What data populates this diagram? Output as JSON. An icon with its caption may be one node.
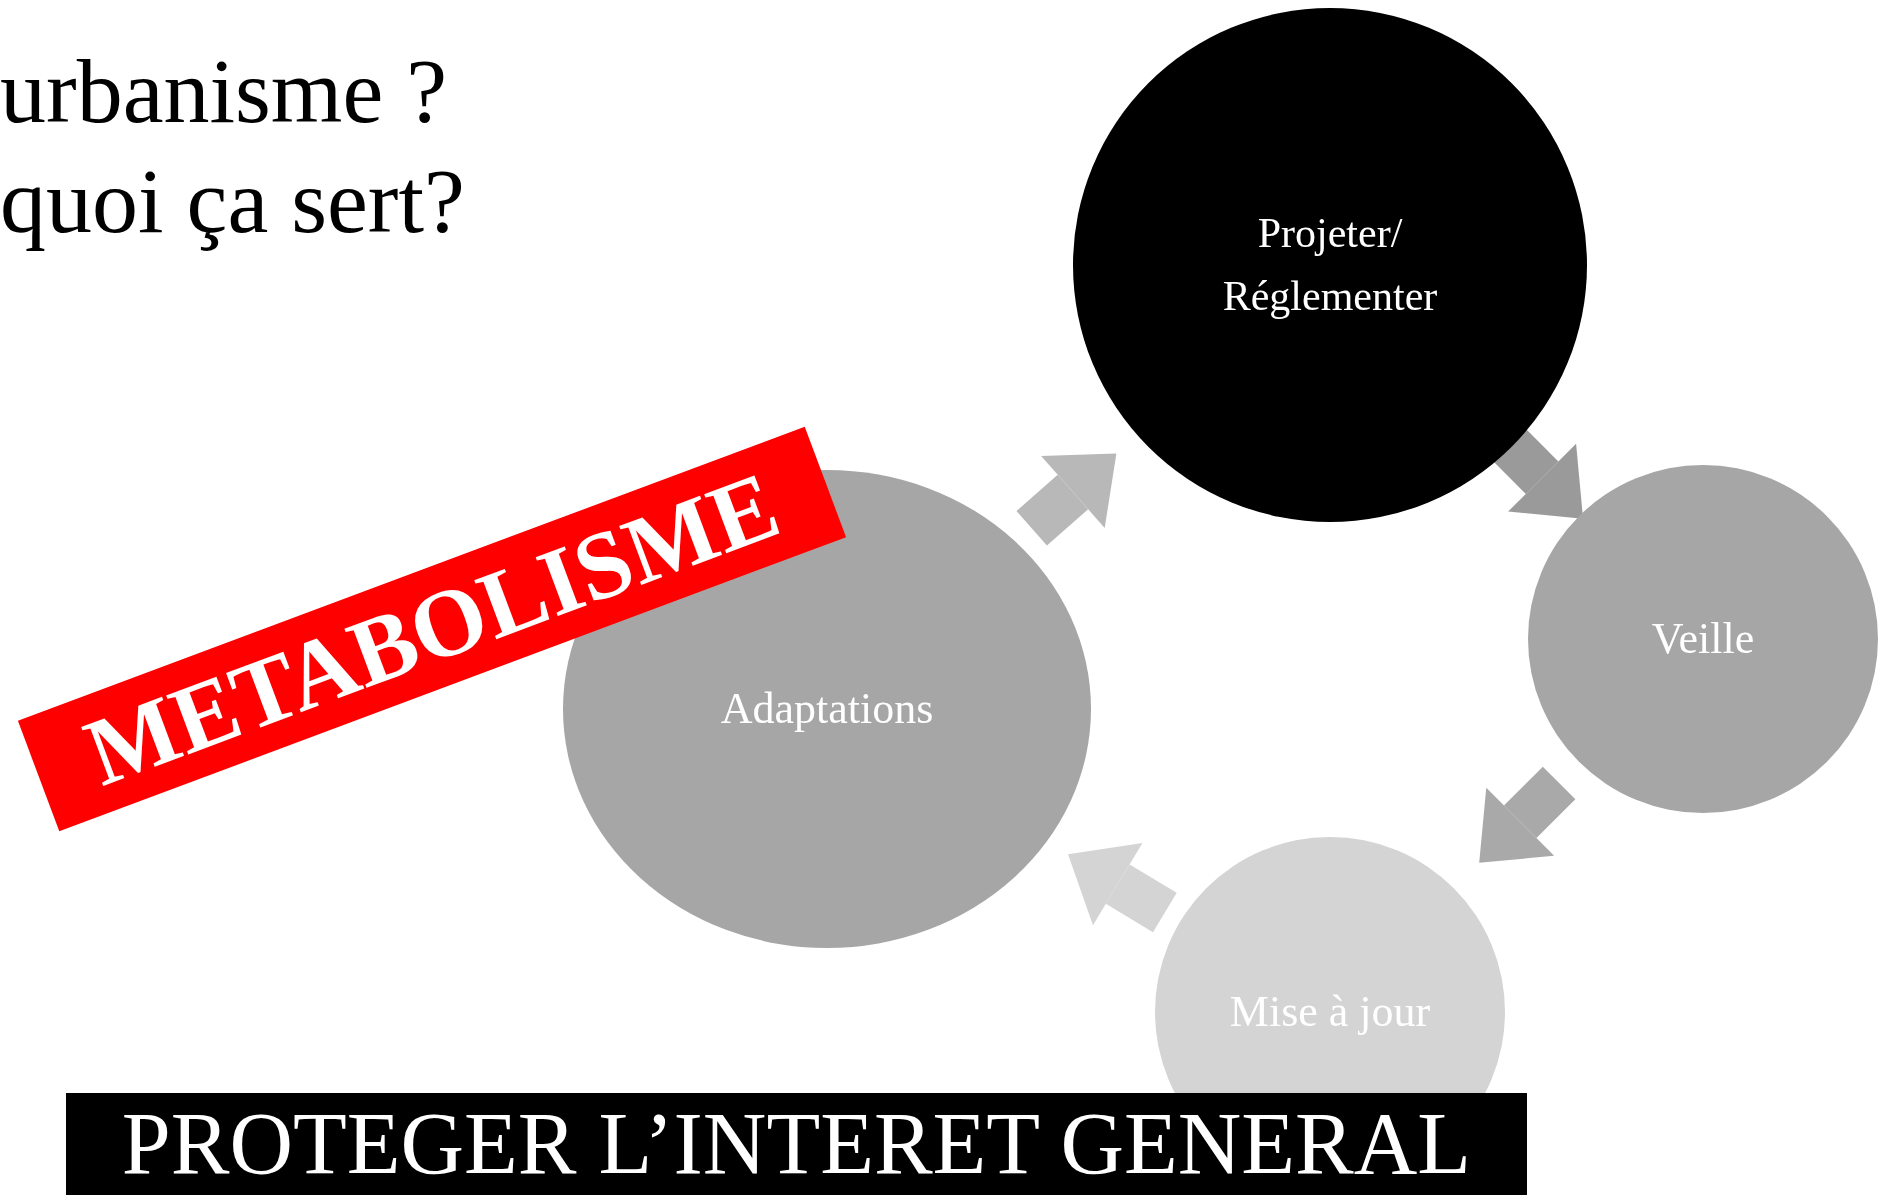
{
  "diagram": {
    "nodes": [
      {
        "text": [
          "Projeter/ Réglementer"
        ]
      },
      {
        "text": [
          "Veille"
        ]
      },
      {
        "text": [
          "Mise à jour"
        ]
      },
      {
        "text": [
          "Adaptations"
        ]
      }
    ],
    "edges": [
      {
        "from": 3,
        "to": 0,
        "arrow": "to",
        "color": "#b8b8b8"
      },
      {
        "from": 0,
        "to": 1,
        "arrow": "to",
        "color": "#9a9a9a"
      },
      {
        "from": 1,
        "to": 2,
        "arrow": "to",
        "color": "#a9a9a9"
      },
      {
        "from": 2,
        "to": 3,
        "arrow": "to",
        "color": "#d4d4d4"
      }
    ],
    "labels": [
      "urbanisme ?",
      "quoi ça sert?",
      "METABOLISME",
      "PROTEGER L’INTERET GENERAL"
    ]
  }
}
